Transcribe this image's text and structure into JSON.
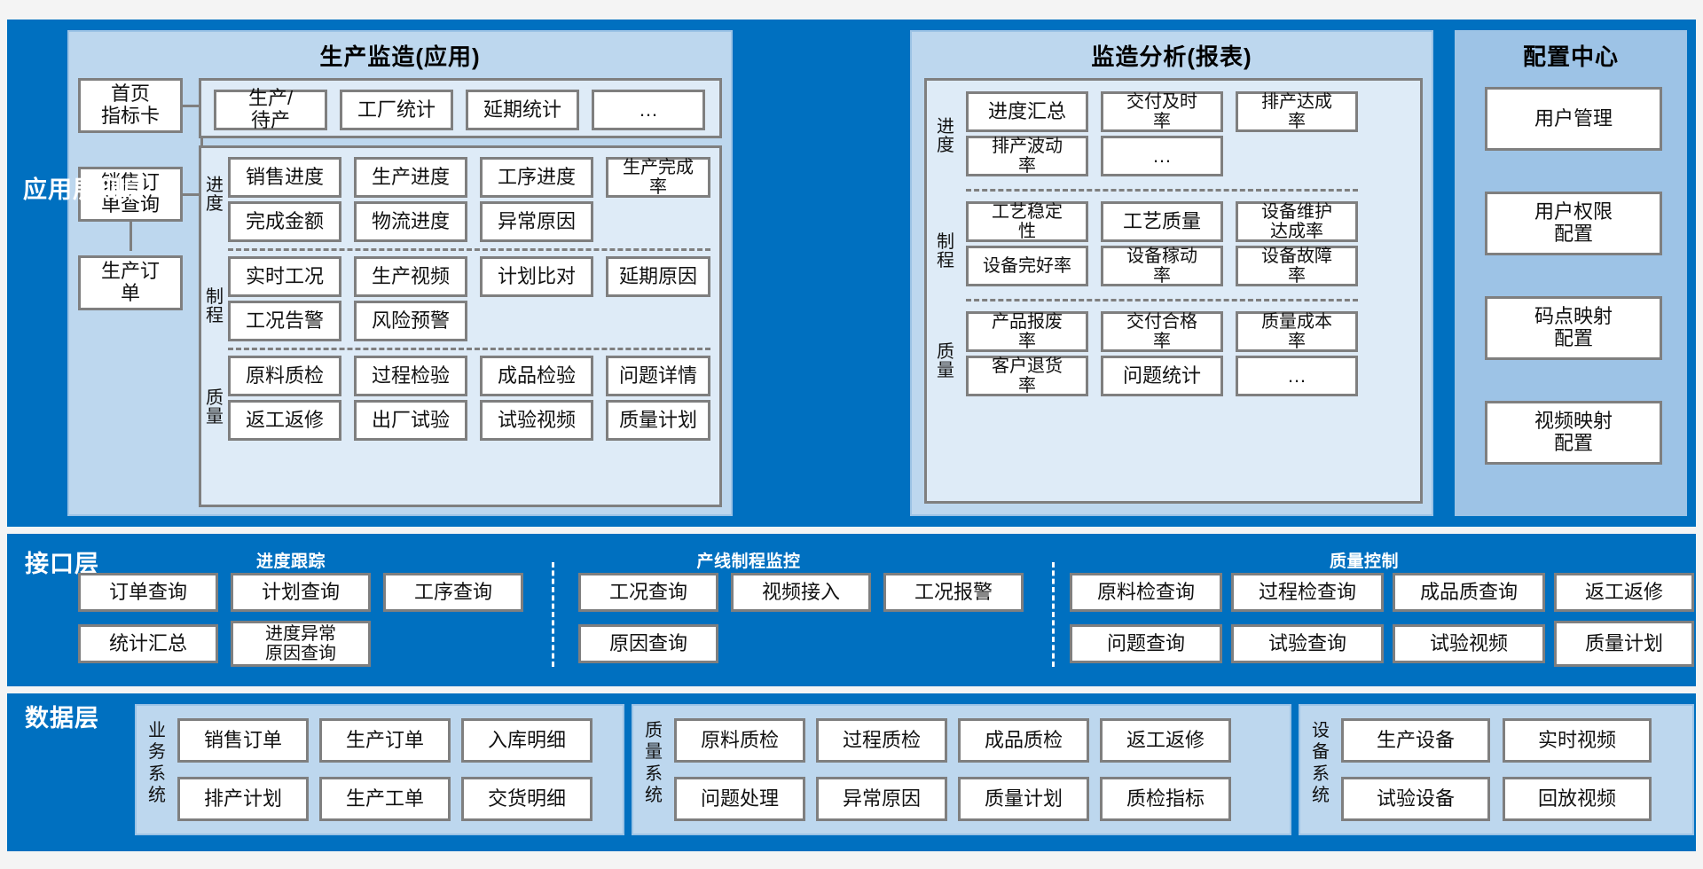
{
  "layers": {
    "presentation": {
      "label": "应用展现层"
    },
    "interface": {
      "label": "接口层"
    },
    "data": {
      "label": "数据层"
    }
  },
  "app_panel": {
    "title": "生产监造(应用)",
    "left_nav": [
      {
        "label": "首页\n指标卡"
      },
      {
        "label": "销售订\n单查询"
      },
      {
        "label": "生产订\n单"
      }
    ],
    "top_group": [
      {
        "label": "生产/\n待产"
      },
      {
        "label": "工厂统计"
      },
      {
        "label": "延期统计"
      },
      {
        "label": "…"
      }
    ],
    "sections": [
      {
        "label": "进\n度",
        "rows": [
          [
            "销售进度",
            "生产进度",
            "工序进度",
            "生产完成\n率"
          ],
          [
            "完成金额",
            "物流进度",
            "异常原因"
          ]
        ]
      },
      {
        "label": "制\n程",
        "rows": [
          [
            "实时工况",
            "生产视频",
            "计划比对",
            "延期原因"
          ],
          [
            "工况告警",
            "风险预警"
          ]
        ]
      },
      {
        "label": "质\n量",
        "rows": [
          [
            "原料质检",
            "过程检验",
            "成品检验",
            "问题详情"
          ],
          [
            "返工返修",
            "出厂试验",
            "试验视频",
            "质量计划"
          ]
        ]
      }
    ]
  },
  "report_panel": {
    "title": "监造分析(报表)",
    "sections": [
      {
        "label": "进\n度",
        "rows": [
          [
            "进度汇总",
            "交付及时\n率",
            "排产达成\n率"
          ],
          [
            "排产波动\n率",
            "…"
          ]
        ]
      },
      {
        "label": "制\n程",
        "rows": [
          [
            "工艺稳定\n性",
            "工艺质量",
            "设备维护\n达成率"
          ],
          [
            "设备完好率",
            "设备稼动\n率",
            "设备故障\n率"
          ]
        ]
      },
      {
        "label": "质\n量",
        "rows": [
          [
            "产品报废\n率",
            "交付合格\n率",
            "质量成本\n率"
          ],
          [
            "客户退货\n率",
            "问题统计",
            "…"
          ]
        ]
      }
    ]
  },
  "config_panel": {
    "title": "配置中心",
    "items": [
      {
        "label": "用户管理"
      },
      {
        "label": "用户权限\n配置"
      },
      {
        "label": "码点映射\n配置"
      },
      {
        "label": "视频映射\n配置"
      }
    ]
  },
  "interface_groups": [
    {
      "title": "进度跟踪",
      "rows": [
        [
          "订单查询",
          "计划查询",
          "工序查询"
        ],
        [
          "统计汇总",
          "进度异常\n原因查询"
        ]
      ]
    },
    {
      "title": "产线制程监控",
      "rows": [
        [
          "工况查询",
          "视频接入",
          "工况报警"
        ],
        [
          "原因查询"
        ]
      ]
    },
    {
      "title": "质量控制",
      "rows": [
        [
          "原料检查询",
          "过程检查询",
          "成品质查询",
          "返工返修"
        ],
        [
          "问题查询",
          "试验查询",
          "试验视频",
          "质量计划"
        ]
      ]
    }
  ],
  "data_systems": [
    {
      "label": "业\n务\n系\n统",
      "rows": [
        [
          "销售订单",
          "生产订单",
          "入库明细"
        ],
        [
          "排产计划",
          "生产工单",
          "交货明细"
        ]
      ]
    },
    {
      "label": "质\n量\n系\n统",
      "rows": [
        [
          "原料质检",
          "过程质检",
          "成品质检",
          "返工返修"
        ],
        [
          "问题处理",
          "异常原因",
          "质量计划",
          "质检指标"
        ]
      ]
    },
    {
      "label": "设\n备\n系\n统",
      "rows": [
        [
          "生产设备",
          "实时视频"
        ],
        [
          "试验设备",
          "回放视频"
        ]
      ]
    }
  ],
  "colors": {
    "band_blue": "#0070c0",
    "panel_blue": "#bdd7ee",
    "group_blue": "#deebf7",
    "config_blue": "#9dc3e6",
    "card_border": "#7f7f7f"
  }
}
